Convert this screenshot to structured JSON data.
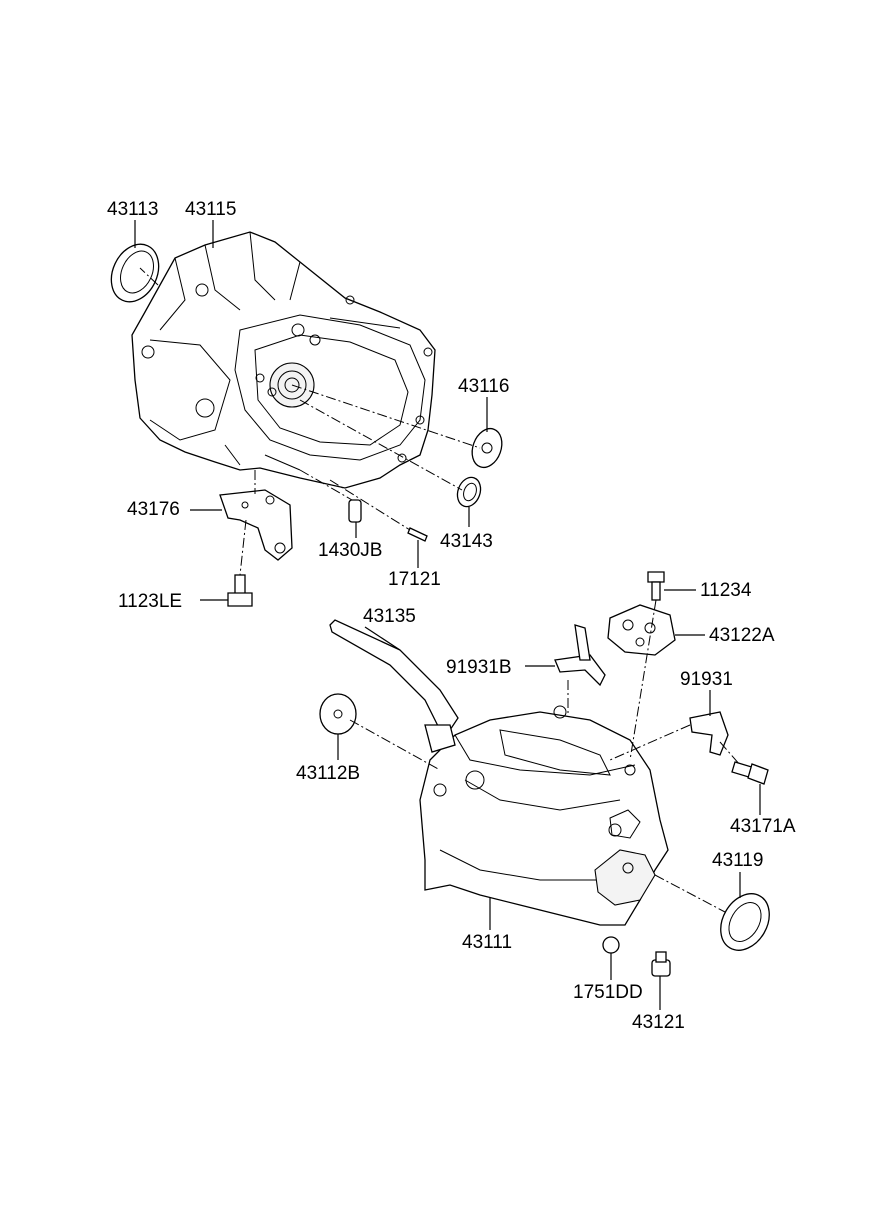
{
  "diagram": {
    "part_labels": {
      "p43113": "43113",
      "p43115": "43115",
      "p43116": "43116",
      "p43176": "43176",
      "p1430JB": "1430JB",
      "p43143": "43143",
      "p17121": "17121",
      "p1123LE": "1123LE",
      "p11234": "11234",
      "p43135": "43135",
      "p43122A": "43122A",
      "p91931B": "91931B",
      "p91931": "91931",
      "p43112B": "43112B",
      "p43171A": "43171A",
      "p43119": "43119",
      "p43111": "43111",
      "p1751DD": "1751DD",
      "p43121": "43121"
    },
    "colors": {
      "line": "#000000",
      "background": "#ffffff"
    }
  }
}
